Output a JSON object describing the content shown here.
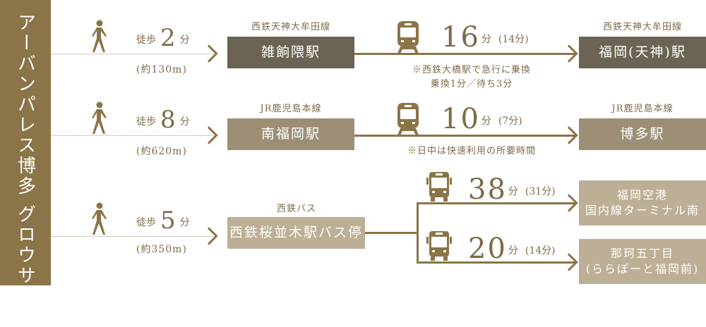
{
  "property_name": "アーバンパレス博多 グロウサイド",
  "routes": [
    {
      "walk_prefix": "徒歩",
      "walk_minutes": "2",
      "walk_unit": "分",
      "distance": "(約130m)",
      "line_from": "西鉄天神大牟田線",
      "station_from": "雑餉隈駅",
      "transport_icon": "train-icon",
      "time": "16",
      "time_unit": "分",
      "time_alt": "(14分)",
      "note": [
        "※西鉄大橋駅で急行に乗換",
        "乗換1分／待ち3分"
      ],
      "line_to": "西鉄天神大牟田線",
      "station_to": "福岡(天神)駅"
    },
    {
      "walk_prefix": "徒歩",
      "walk_minutes": "8",
      "walk_unit": "分",
      "distance": "(約620m)",
      "line_from": "JR鹿児島本線",
      "station_from": "南福岡駅",
      "transport_icon": "train-icon",
      "time": "10",
      "time_unit": "分",
      "time_alt": "(7分)",
      "note": [
        "※日中は快速利用の所要時間"
      ],
      "line_to": "JR鹿児島本線",
      "station_to": "博多駅"
    },
    {
      "walk_prefix": "徒歩",
      "walk_minutes": "5",
      "walk_unit": "分",
      "distance": "(約350m)",
      "line_from": "西鉄バス",
      "station_from": "西鉄桜並木駅バス停",
      "transport_icon": "bus-icon",
      "branches": [
        {
          "time": "38",
          "time_unit": "分",
          "time_alt": "(31分)",
          "dest": [
            "福岡空港",
            "国内線ターミナル南"
          ]
        },
        {
          "time": "20",
          "time_unit": "分",
          "time_alt": "(14分)",
          "dest": [
            "那珂五丁目",
            "(ららぽーと福岡前)"
          ]
        }
      ]
    }
  ],
  "colors": {
    "accent": "#8b7448",
    "box_dark": "#6b6353",
    "box_mid": "#9c8f75",
    "box_light": "#bcaf95"
  }
}
